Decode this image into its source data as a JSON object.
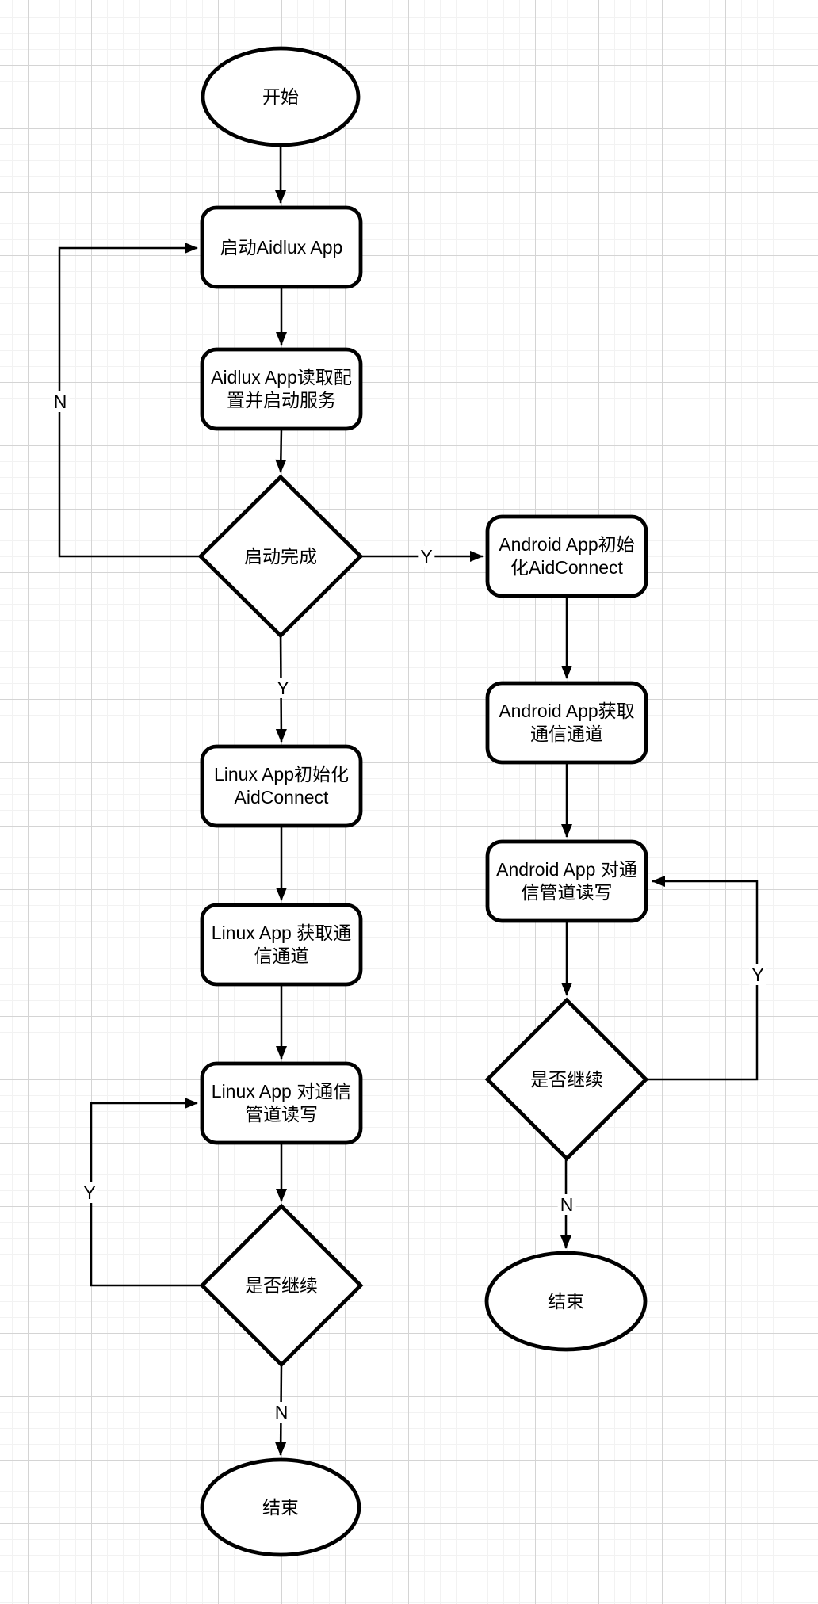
{
  "canvas": {
    "background": "#ffffff",
    "grid_minor_color": "#f2f2f2",
    "grid_major_color": "#d4d4d4",
    "shape_stroke_color": "#000000",
    "shape_fill_color": "#ffffff",
    "text_color": "#000000"
  },
  "nodes": {
    "start": {
      "label": "开始",
      "type": "terminator"
    },
    "launch_aidlux": {
      "label": "启动Aidlux App",
      "type": "process"
    },
    "read_config": {
      "label": "Aidlux App读取配\n置并启动服务",
      "type": "process"
    },
    "startup_done": {
      "label": "启动完成",
      "type": "decision"
    },
    "linux_init": {
      "label": "Linux App初始化\nAidConnect",
      "type": "process"
    },
    "linux_channel": {
      "label": "Linux App 获取通\n信通道",
      "type": "process"
    },
    "linux_rw": {
      "label": "Linux App 对通信\n管道读写",
      "type": "process"
    },
    "linux_continue": {
      "label": "是否继续",
      "type": "decision"
    },
    "linux_end": {
      "label": "结束",
      "type": "terminator"
    },
    "android_init": {
      "label": "Android App初始\n化AidConnect",
      "type": "process"
    },
    "android_channel": {
      "label": "Android App获取\n通信通道",
      "type": "process"
    },
    "android_rw": {
      "label": "Android App 对通\n信管道读写",
      "type": "process"
    },
    "android_continue": {
      "label": "是否继续",
      "type": "decision"
    },
    "android_end": {
      "label": "结束",
      "type": "terminator"
    }
  },
  "edge_labels": {
    "startup_no": "N",
    "startup_yes_right": "Y",
    "startup_yes_down": "Y",
    "linux_loop_yes": "Y",
    "linux_no": "N",
    "android_loop_yes": "Y",
    "android_no": "N"
  }
}
